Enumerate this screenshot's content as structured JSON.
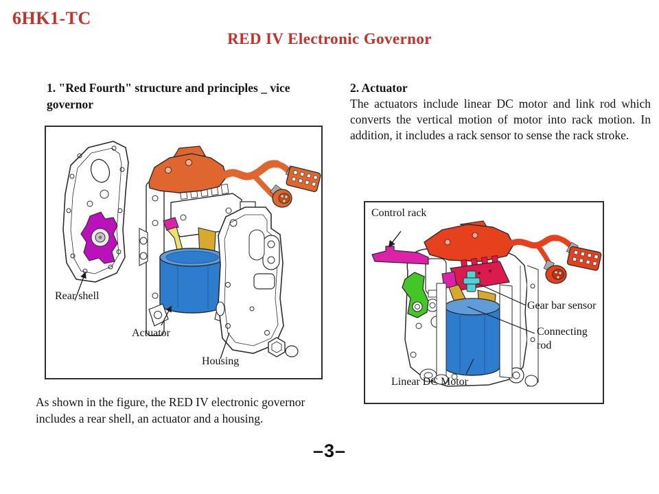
{
  "page": {
    "doc_code": "6HK1-TC",
    "title": "RED IV Electronic Governor",
    "page_number": "–3–"
  },
  "colors": {
    "accent_red": "#c63028",
    "ink": "#151515",
    "magenta": "#bb11bb",
    "orange": "#e0662f",
    "orange_dark": "#b8501e",
    "red_orange": "#e6401c",
    "red_orange_dark": "#b93315",
    "crimson": "#dd1a4d",
    "pink": "#dd22aa",
    "green": "#44c626",
    "gold": "#d9a92c",
    "pale_yellow": "#ece269",
    "blue": "#2e7ccd",
    "blue_light": "#5f9cda",
    "cyan": "#52d2d6"
  },
  "section1": {
    "heading": "1. \"Red Fourth\" structure and principles _ vice governor",
    "caption": "As shown in the figure, the RED IV electronic governor includes a rear shell, an actuator and a housing.",
    "figure_labels": {
      "rear_shell": "Rear shell",
      "actuator": "Actuator",
      "housing": "Housing"
    }
  },
  "section2": {
    "heading": "2. Actuator",
    "body": "The actuators include linear DC motor and link rod which converts the vertical motion of motor into rack motion. In addition, it includes a rack sensor to sense the rack stroke.",
    "figure_labels": {
      "control_rack": "Control rack",
      "gear_bar_sensor": "Gear bar sensor",
      "connecting_rod": "Connecting rod",
      "linear_dc_motor": "Linear DC Motor"
    }
  }
}
